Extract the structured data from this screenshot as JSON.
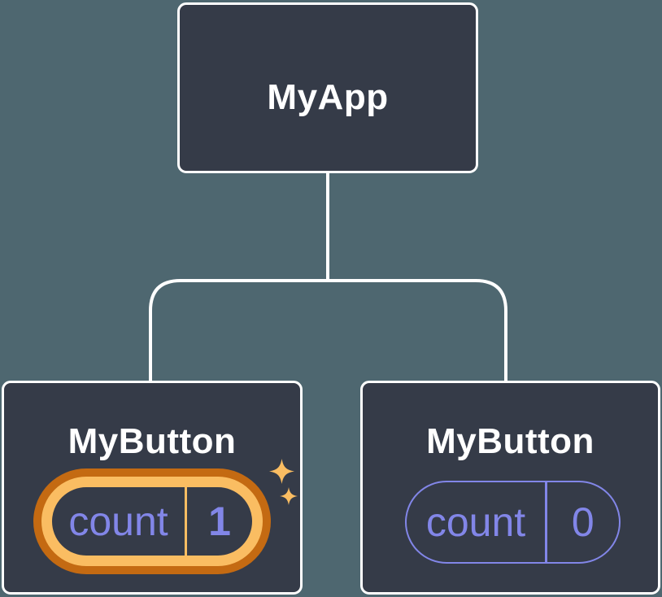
{
  "diagram": {
    "title": "component-tree-with-state",
    "root": {
      "label": "MyApp"
    },
    "children": [
      {
        "label": "MyButton",
        "state": {
          "name": "count",
          "value": "1"
        },
        "highlighted": true,
        "decoration": "sparkles"
      },
      {
        "label": "MyButton",
        "state": {
          "name": "count",
          "value": "0"
        },
        "highlighted": false,
        "decoration": "none"
      }
    ]
  },
  "icons": {
    "sparkle": "✦ four-point star"
  },
  "palette": {
    "background": "#4E6770",
    "node_fill": "#353B48",
    "node_border": "#FFFFFF",
    "label_text": "#FFFFFF",
    "state_text": "#8286E8",
    "state_border": "#8286E8",
    "highlight_ring_outer": "#C46A12",
    "highlight_ring_inner": "#FABD62",
    "connector": "#FFFFFF"
  }
}
